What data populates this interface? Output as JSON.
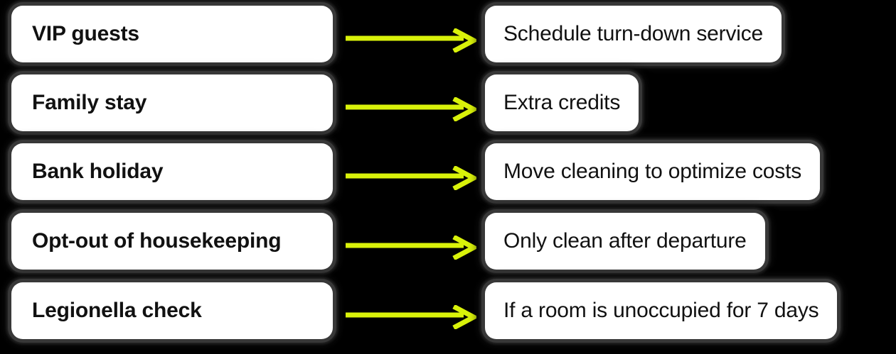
{
  "diagram": {
    "type": "mapping-flow",
    "background_color": "#000000",
    "box_color": "#ffffff",
    "text_color": "#111111",
    "arrow_color": "#d9f20a",
    "row_count": 5,
    "rows": [
      {
        "trigger": "VIP guests",
        "action": "Schedule turn-down service",
        "arrow_icon": "arrow-right-icon"
      },
      {
        "trigger": "Family stay",
        "action": "Extra credits",
        "arrow_icon": "arrow-right-icon"
      },
      {
        "trigger": "Bank holiday",
        "action": "Move cleaning to optimize costs",
        "arrow_icon": "arrow-right-icon"
      },
      {
        "trigger": "Opt-out of housekeeping",
        "action": "Only clean after departure",
        "arrow_icon": "arrow-right-icon"
      },
      {
        "trigger": "Legionella check",
        "action": "If a room is unoccupied for 7 days",
        "arrow_icon": "arrow-right-icon"
      }
    ]
  }
}
